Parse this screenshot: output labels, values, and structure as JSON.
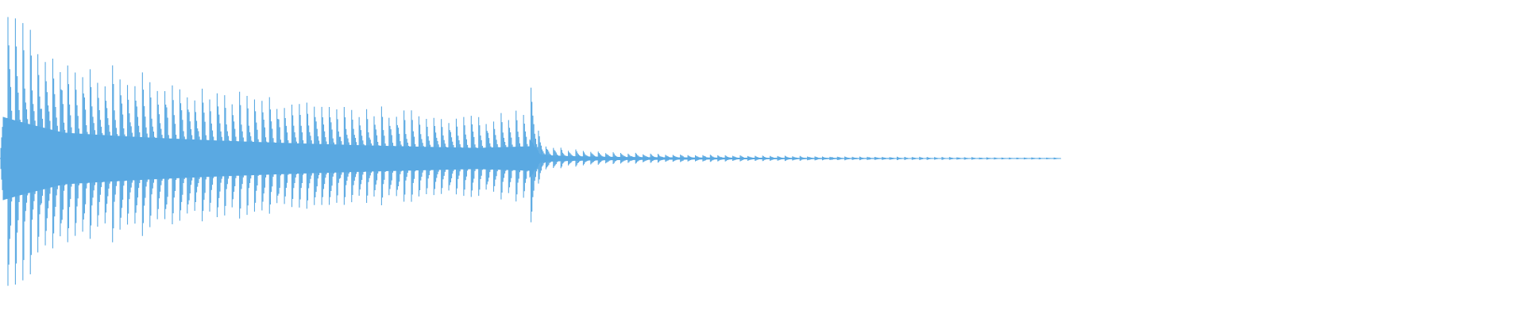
{
  "waveform": {
    "color": "#5aa9e2",
    "background": "#ffffff",
    "sample_rate_visual": "mono",
    "envelope": {
      "attack_peak": 0.97,
      "initial_body": 0.72,
      "decay_to_transient": 0.22,
      "transient_peak": 0.46,
      "transient_position": 0.347,
      "post_transient_level": 0.1,
      "tail_level": 0.006,
      "audio_end_position": 0.695
    },
    "pulse_spacing_fraction": 0.0049,
    "cycles_per_pulse": 3
  }
}
